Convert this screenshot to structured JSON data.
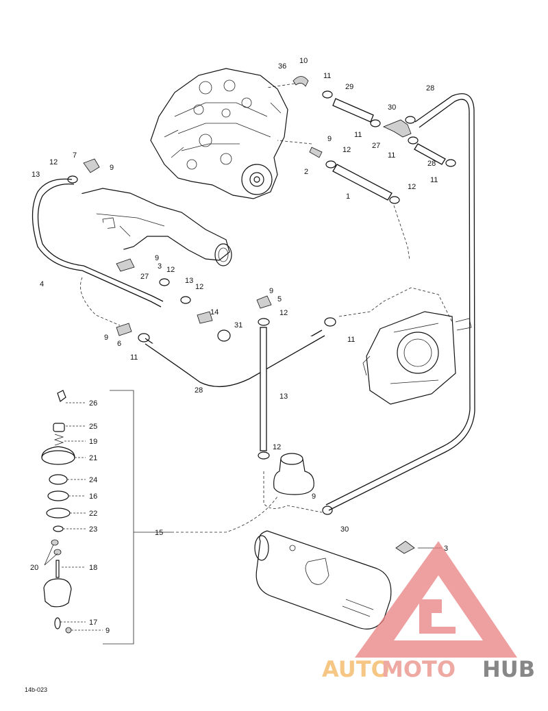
{
  "labels": [
    {
      "text": "10"
    },
    {
      "text": "36"
    },
    {
      "text": "11"
    },
    {
      "text": "29"
    },
    {
      "text": "28"
    },
    {
      "text": "30"
    },
    {
      "text": "11"
    },
    {
      "text": "27"
    },
    {
      "text": "11"
    },
    {
      "text": "28"
    },
    {
      "text": "11"
    },
    {
      "text": "9"
    },
    {
      "text": "12"
    },
    {
      "text": "2"
    },
    {
      "text": "1"
    },
    {
      "text": "12"
    },
    {
      "text": "7"
    },
    {
      "text": "9"
    },
    {
      "text": "12"
    },
    {
      "text": "13"
    },
    {
      "text": "4"
    },
    {
      "text": "9"
    },
    {
      "text": "3"
    },
    {
      "text": "27"
    },
    {
      "text": "12"
    },
    {
      "text": "13"
    },
    {
      "text": "12"
    },
    {
      "text": "14"
    },
    {
      "text": "9"
    },
    {
      "text": "5"
    },
    {
      "text": "12"
    },
    {
      "text": "11"
    },
    {
      "text": "31"
    },
    {
      "text": "9"
    },
    {
      "text": "6"
    },
    {
      "text": "11"
    },
    {
      "text": "28"
    },
    {
      "text": "13"
    },
    {
      "text": "26"
    },
    {
      "text": "25"
    },
    {
      "text": "19"
    },
    {
      "text": "21"
    },
    {
      "text": "24"
    },
    {
      "text": "16"
    },
    {
      "text": "22"
    },
    {
      "text": "23"
    },
    {
      "text": "15"
    },
    {
      "text": "20"
    },
    {
      "text": "18"
    },
    {
      "text": "17"
    },
    {
      "text": "9"
    },
    {
      "text": "12"
    },
    {
      "text": "9"
    },
    {
      "text": "30"
    },
    {
      "text": "3"
    }
  ],
  "footer_code": "14b-023",
  "watermark": {
    "brand_part1": "AUTO",
    "brand_part2": "MOTO",
    "brand_part3": "HUB",
    "color_auto": "#f2b45c",
    "color_moto": "#ea8d85",
    "color_hub": "#5f5f5f",
    "color_logo": "#e98080"
  }
}
